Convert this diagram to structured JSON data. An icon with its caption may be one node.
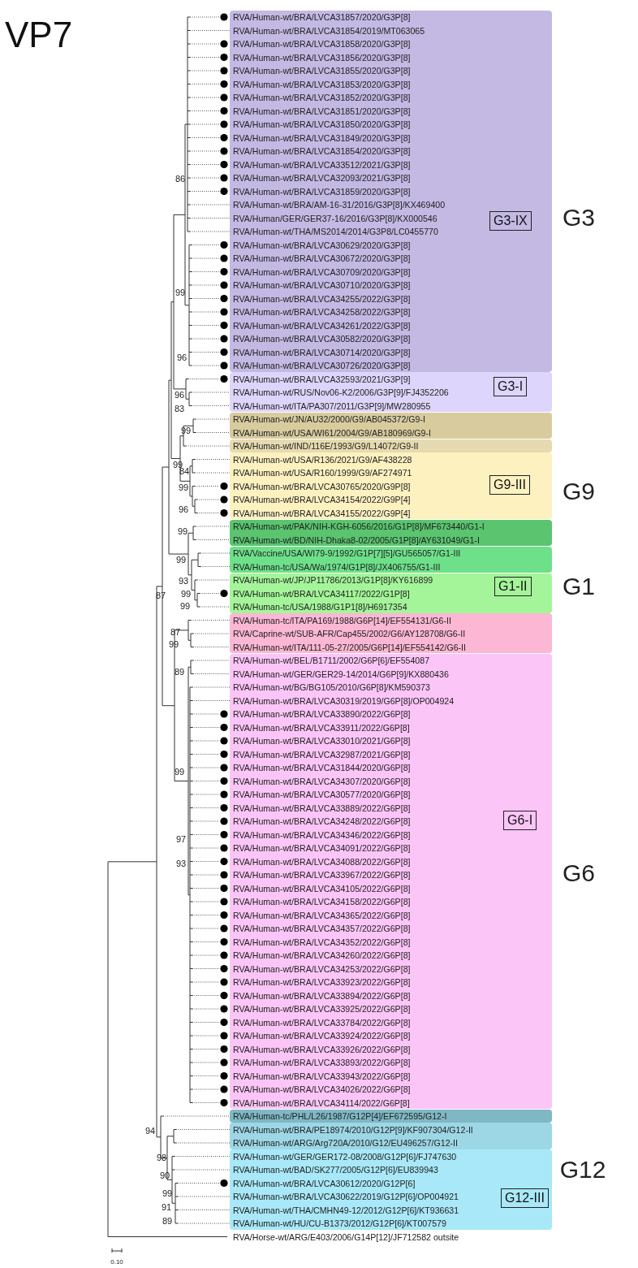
{
  "diagram": {
    "title": "VP7",
    "nodes": [
      {
        "text": [
          "G3-IX"
        ]
      },
      {
        "text": [
          "RVA/Human-wt/BRA/LVCA31857/2020/G3P[8]"
        ],
        "in": 0
      },
      {
        "text": [
          "RVA/Human-wt/BRA/LVCA31854/2019/MT063065"
        ],
        "in": 0
      },
      {
        "text": [
          "RVA/Human-wt/BRA/LVCA31858/2020/G3P[8]"
        ],
        "in": 0
      },
      {
        "text": [
          "RVA/Human-wt/BRA/LVCA31856/2020/G3P[8]"
        ],
        "in": 0
      },
      {
        "text": [
          "RVA/Human-wt/BRA/LVCA31855/2020/G3P[8]"
        ],
        "in": 0
      },
      {
        "text": [
          "RVA/Human-wt/BRA/LVCA31853/2020/G3P[8]"
        ],
        "in": 0
      },
      {
        "text": [
          "RVA/Human-wt/BRA/LVCA31852/2020/G3P[8]"
        ],
        "in": 0
      },
      {
        "text": [
          "RVA/Human-wt/BRA/LVCA31851/2020/G3P[8]"
        ],
        "in": 0
      },
      {
        "text": [
          "RVA/Human-wt/BRA/LVCA31850/2020/G3P[8]"
        ],
        "in": 0
      },
      {
        "text": [
          "RVA/Human-wt/BRA/LVCA31849/2020/G3P[8]"
        ],
        "in": 0
      },
      {
        "text": [
          "RVA/Human-wt/BRA/LVCA31854/2020/G3P[8]"
        ],
        "in": 0
      },
      {
        "text": [
          "RVA/Human-wt/BRA/LVCA33512/2021/G3P[8]"
        ],
        "in": 0
      },
      {
        "text": [
          "RVA/Human-wt/BRA/LVCA32093/2021/G3P[8]"
        ],
        "in": 0
      },
      {
        "text": [
          "RVA/Human-wt/BRA/LVCA31859/2020/G3P[8]"
        ],
        "in": 0
      },
      {
        "text": [
          "RVA/Human-wt/BRA/AM-16-31/2016/G3P[8]/KX469400"
        ],
        "in": 0
      },
      {
        "text": [
          "RVA/Human/GER/GER37-16/2016/G3P[8]/KX000546"
        ],
        "in": 0
      },
      {
        "text": [
          "RVA/Human-wt/THA/MS2014/2014/G3P8/LC0455770"
        ],
        "in": 0
      },
      {
        "text": [
          "RVA/Human-wt/BRA/LVCA30629/2020/G3P[8]"
        ],
        "in": 0
      },
      {
        "text": [
          "RVA/Human-wt/BRA/LVCA30672/2020/G3P[8]"
        ],
        "in": 0
      },
      {
        "text": [
          "RVA/Human-wt/BRA/LVCA30709/2020/G3P[8]"
        ],
        "in": 0
      },
      {
        "text": [
          "RVA/Human-wt/BRA/LVCA30710/2020/G3P[8]"
        ],
        "in": 0
      },
      {
        "text": [
          "RVA/Human-wt/BRA/LVCA34255/2022/G3P[8]"
        ],
        "in": 0
      },
      {
        "text": [
          "RVA/Human-wt/BRA/LVCA34258/2022/G3P[8]"
        ],
        "in": 0
      },
      {
        "text": [
          "RVA/Human-wt/BRA/LVCA34261/2022/G3P[8]"
        ],
        "in": 0
      },
      {
        "text": [
          "RVA/Human-wt/BRA/LVCA30582/2020/G3P[8]"
        ],
        "in": 0
      },
      {
        "text": [
          "RVA/Human-wt/BRA/LVCA30714/2020/G3P[8]"
        ],
        "in": 0
      },
      {
        "text": [
          "RVA/Human-wt/BRA/LVCA30726/2020/G3P[8]"
        ],
        "in": 0
      },
      {
        "text": [
          "G3-I"
        ]
      },
      {
        "text": [
          "RVA/Human-wt/BRA/LVCA32593/2021/G3P[9]"
        ],
        "in": 28
      },
      {
        "text": [
          "RVA/Human-wt/RUS/Nov06-K2/2006/G3P[9]/FJ4352206"
        ],
        "in": 28
      },
      {
        "text": [
          "RVA/Human-wt/ITA/PA307/2011/G3P[9]/MW280955"
        ],
        "in": 28
      },
      {
        "text": [],
        "shape": "box"
      },
      {
        "text": [
          "RVA/Human-wt/JN/AU32/2000/G9/AB045372/G9-I"
        ],
        "in": 32
      },
      {
        "text": [
          "RVA/Human-wt/USA/WI61/2004/G9/AB180969/G9-I"
        ],
        "in": 32
      },
      {
        "text": [],
        "shape": "box"
      },
      {
        "text": [
          "RVA/Human-wt/IND/116E/1993/G9/L14072/G9-II"
        ],
        "in": 35
      },
      {
        "text": [
          "G9-III"
        ]
      },
      {
        "text": [
          "RVA/Human-wt/USA/R136/2021/G9/AF438228"
        ],
        "in": 37
      },
      {
        "text": [
          "RVA/Human-wt/USA/R160/1999/G9/AF274971"
        ],
        "in": 37
      },
      {
        "text": [
          "RVA/Human-wt/BRA/LVCA30765/2020/G9P[8]"
        ],
        "in": 37
      },
      {
        "text": [
          "RVA/Human-wt/BRA/LVCA34154/2022/G9P[4]"
        ],
        "in": 37
      },
      {
        "text": [
          "RVA/Human-wt/BRA/LVCA34155/2022/G9P[4]"
        ],
        "in": 37
      },
      {
        "text": [],
        "shape": "box"
      },
      {
        "text": [
          "RVA/Human-wt/PAK/NIH-KGH-6056/2016/G1P[8]/MF673440/G1-I"
        ],
        "in": 43
      },
      {
        "text": [
          "RVA/Human-wt/BD/NIH-Dhaka8-02/2005/G1P[8]/AY631049/G1-I"
        ],
        "in": 43
      },
      {
        "text": [],
        "shape": "box"
      },
      {
        "text": [
          "RVA/Vaccine/USA/WI79-9/1992/G1P[7][5]/GU565057/G1-III"
        ],
        "in": 46
      },
      {
        "text": [
          "RVA/Human-tc/USA/Wa/1974/G1P[8]/JX406755/G1-III"
        ],
        "in": 46
      },
      {
        "text": [
          "G1-II"
        ]
      },
      {
        "text": [
          "RVA/Human-wt/JP/JP11786/2013/G1P[8]/KY616899"
        ],
        "in": 49
      },
      {
        "text": [
          "RVA/Human-wt/BRA/LVCA34117/2022/G1P[8]"
        ],
        "in": 49
      },
      {
        "text": [
          "RVA/Human-tc/USA/1988/G1P1[8]/H6917354"
        ],
        "in": 49
      },
      {
        "text": [],
        "shape": "box"
      },
      {
        "text": [
          "RVA/Human-tc/ITA/PA169/1988/G6P[14]/EF554131/G6-II"
        ],
        "in": 53
      },
      {
        "text": [
          "RVA/Caprine-wt/SUB-AFR/Cap455/2002/G6/AY128708/G6-II"
        ],
        "in": 53
      },
      {
        "text": [
          "RVA/Human-wt/ITA/111-05-27/2005/G6P[14]/EF554142/G6-II"
        ],
        "in": 53
      },
      {
        "text": [
          "G6-I"
        ]
      },
      {
        "text": [
          "RVA/Human-wt/BEL/B1711/2002/G6P[6]/EF554087"
        ],
        "in": 57
      },
      {
        "text": [
          "RVA/Human-wt/GER/GER29-14/2014/G6P[9]/KX880436"
        ],
        "in": 57
      },
      {
        "text": [
          "RVA/Human-wt/BG/BG105/2010/G6P[8]/KM590373"
        ],
        "in": 57
      },
      {
        "text": [
          "RVA/Human-wt/BRA/LVCA30319/2019/G6P[8]/OP004924"
        ],
        "in": 57
      },
      {
        "text": [
          "RVA/Human-wt/BRA/LVCA33890/2022/G6P[8]"
        ],
        "in": 57
      },
      {
        "text": [
          "RVA/Human-wt/BRA/LVCA33911/2022/G6P[8]"
        ],
        "in": 57
      },
      {
        "text": [
          "RVA/Human-wt/BRA/LVCA33010/2021/G6P[8]"
        ],
        "in": 57
      },
      {
        "text": [
          "RVA/Human-wt/BRA/LVCA32987/2021/G6P[8]"
        ],
        "in": 57
      },
      {
        "text": [
          "RVA/Human-wt/BRA/LVCA31844/2020/G6P[8]"
        ],
        "in": 57
      },
      {
        "text": [
          "RVA/Human-wt/BRA/LVCA34307/2020/G6P[8]"
        ],
        "in": 57
      },
      {
        "text": [
          "RVA/Human-wt/BRA/LVCA30577/2020/G6P[8]"
        ],
        "in": 57
      },
      {
        "text": [
          "RVA/Human-wt/BRA/LVCA33889/2022/G6P[8]"
        ],
        "in": 57
      },
      {
        "text": [
          "RVA/Human-wt/BRA/LVCA34248/2022/G6P[8]"
        ],
        "in": 57
      },
      {
        "text": [
          "RVA/Human-wt/BRA/LVCA34346/2022/G6P[8]"
        ],
        "in": 57
      },
      {
        "text": [
          "RVA/Human-wt/BRA/LVCA34091/2022/G6P[8]"
        ],
        "in": 57
      },
      {
        "text": [
          "RVA/Human-wt/BRA/LVCA34088/2022/G6P[8]"
        ],
        "in": 57
      },
      {
        "text": [
          "RVA/Human-wt/BRA/LVCA33967/2022/G6P[8]"
        ],
        "in": 57
      },
      {
        "text": [
          "RVA/Human-wt/BRA/LVCA34105/2022/G6P[8]"
        ],
        "in": 57
      },
      {
        "text": [
          "RVA/Human-wt/BRA/LVCA34158/2022/G6P[8]"
        ],
        "in": 57
      },
      {
        "text": [
          "RVA/Human-wt/BRA/LVCA34365/2022/G6P[8]"
        ],
        "in": 57
      },
      {
        "text": [
          "RVA/Human-wt/BRA/LVCA34357/2022/G6P[8]"
        ],
        "in": 57
      },
      {
        "text": [
          "RVA/Human-wt/BRA/LVCA34352/2022/G6P[8]"
        ],
        "in": 57
      },
      {
        "text": [
          "RVA/Human-wt/BRA/LVCA34260/2022/G6P[8]"
        ],
        "in": 57
      },
      {
        "text": [
          "RVA/Human-wt/BRA/LVCA34253/2022/G6P[8]"
        ],
        "in": 57
      },
      {
        "text": [
          "RVA/Human-wt/BRA/LVCA33923/2022/G6P[8]"
        ],
        "in": 57
      },
      {
        "text": [
          "RVA/Human-wt/BRA/LVCA33894/2022/G6P[8]"
        ],
        "in": 57
      },
      {
        "text": [
          "RVA/Human-wt/BRA/LVCA33925/2022/G6P[8]"
        ],
        "in": 57
      },
      {
        "text": [
          "RVA/Human-wt/BRA/LVCA33784/2022/G6P[8]"
        ],
        "in": 57
      },
      {
        "text": [
          "RVA/Human-wt/BRA/LVCA33924/2022/G6P[8]"
        ],
        "in": 57
      },
      {
        "text": [
          "RVA/Human-wt/BRA/LVCA33926/2022/G6P[8]"
        ],
        "in": 57
      },
      {
        "text": [
          "RVA/Human-wt/BRA/LVCA33893/2022/G6P[8]"
        ],
        "in": 57
      },
      {
        "text": [
          "RVA/Human-wt/BRA/LVCA33943/2022/G6P[8]"
        ],
        "in": 57
      },
      {
        "text": [
          "RVA/Human-wt/BRA/LVCA34026/2022/G6P[8]"
        ],
        "in": 57
      },
      {
        "text": [
          "RVA/Human-wt/BRA/LVCA34114/2022/G6P[8]"
        ],
        "in": 57
      },
      {
        "text": [],
        "shape": "box"
      },
      {
        "text": [
          "RVA/Human-tc/PHL/L26/1987/G12P[4]/EF672595/G12-I"
        ],
        "in": 92
      },
      {
        "text": [],
        "shape": "box"
      },
      {
        "text": [
          "RVA/Human-wt/BRA/PE18974/2010/G12P[9]/KF907304/G12-II"
        ],
        "in": 94
      },
      {
        "text": [
          "RVA/Human-wt/ARG/Arg720A/2010/G12/EU496257/G12-II"
        ],
        "in": 94
      },
      {
        "text": [
          "G12-III"
        ]
      },
      {
        "text": [
          "RVA/Human-wt/GER/GER172-08/2008/G12P[6]/FJ747630"
        ],
        "in": 97
      },
      {
        "text": [
          "RVA/Human-wt/BAD/SK277/2005/G12P[6]/EU839943"
        ],
        "in": 97
      },
      {
        "text": [
          "RVA/Human-wt/BRA/LVCA30612/2020/G12P[6]"
        ],
        "in": 97
      },
      {
        "text": [
          "RVA/Human-wt/BRA/LVCA30622/2019/G12P[6]/OP004921"
        ],
        "in": 97
      },
      {
        "text": [
          "RVA/Human-wt/THA/CMHN49-12/2012/G12P[6]/KT936631"
        ],
        "in": 97
      },
      {
        "text": [
          "RVA/Human-wt/HU/CU-B1373/2012/G12P[6]/KT007579"
        ],
        "in": 97
      },
      {
        "text": [
          "RVA/Horse-wt/ARG/E403/2006/G14P[12]/JF712582 outsite"
        ]
      }
    ],
    "labels": [
      "G3",
      "G9",
      "G1",
      "G6",
      "G12",
      "86",
      "99",
      "96",
      "96",
      "83",
      "99",
      "99",
      "84",
      "99",
      "96",
      "99",
      "99",
      "93",
      "99",
      "87",
      "99",
      "87",
      "99",
      "89",
      "99",
      "97",
      "93",
      "94",
      "98",
      "90",
      "99",
      "91",
      "89",
      "0.10"
    ]
  }
}
